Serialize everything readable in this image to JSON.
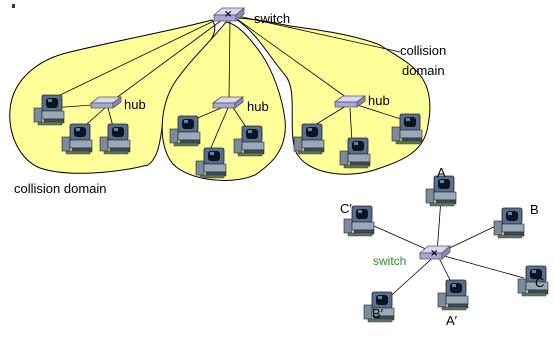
{
  "labels": {
    "switch_top": "switch",
    "hub_left": "hub",
    "hub_middle": "hub",
    "hub_right": "hub",
    "collision_domain_top_line1": "collision",
    "collision_domain_top_line2": "domain",
    "collision_domain_bottom": "collision domain",
    "switch_bottom": "switch",
    "host_A": "A",
    "host_B": "B",
    "host_C": "C",
    "host_A_prime": "A′",
    "host_B_prime": "B′",
    "host_C_prime": "C′"
  },
  "colors": {
    "collision_domain_fill": "#ffff99",
    "switch_label_bottom": "#2e8b2e",
    "device_fill": "#b8b8e8"
  }
}
